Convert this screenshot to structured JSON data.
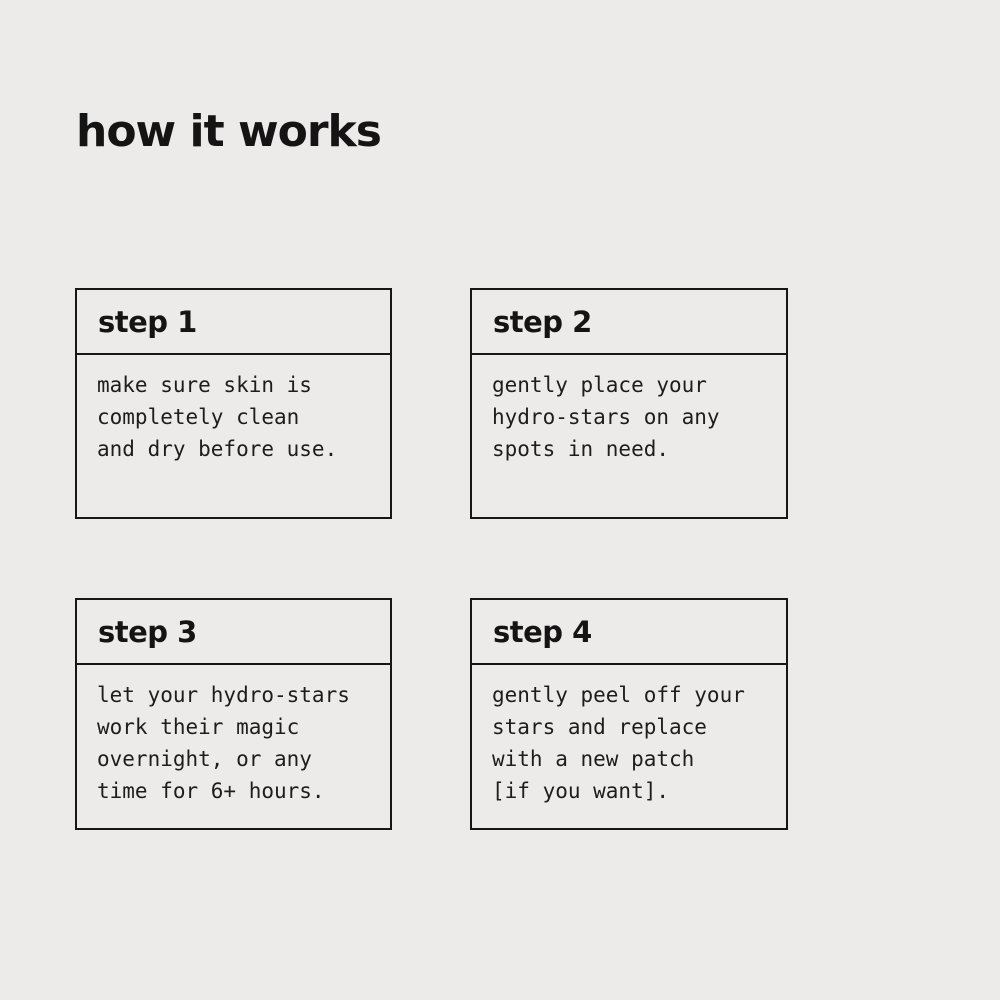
{
  "page": {
    "title": "how it works",
    "colors": {
      "background": "#edeaea",
      "border": "#161616",
      "text": "#1d1d1d"
    }
  },
  "steps": [
    {
      "label": "step 1",
      "body": "make sure skin is\ncompletely clean\nand dry before use."
    },
    {
      "label": "step 2",
      "body": "gently place your\nhydro-stars on any\nspots in need."
    },
    {
      "label": "step 3",
      "body": "let your hydro-stars\nwork their magic\novernight, or any\ntime for 6+ hours."
    },
    {
      "label": "step 4",
      "body": "gently peel off your\nstars and replace\nwith a new patch\n[if you want]."
    }
  ]
}
